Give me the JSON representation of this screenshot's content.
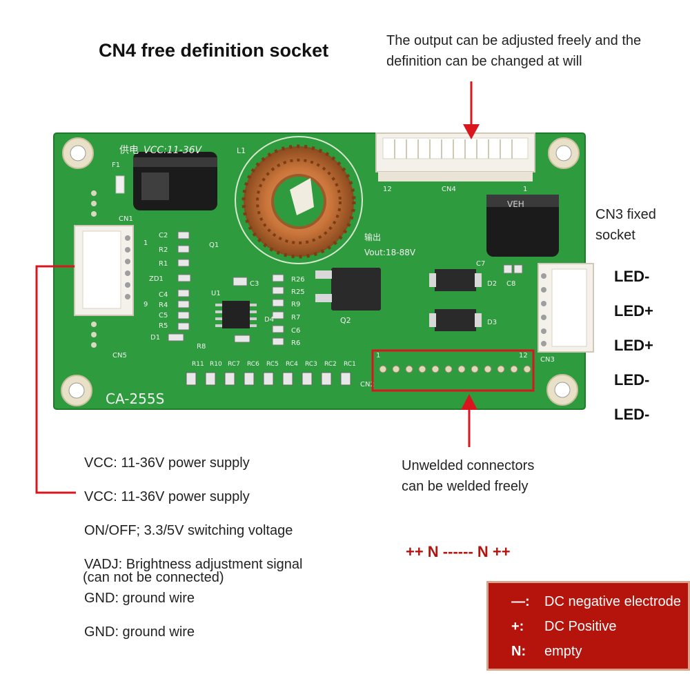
{
  "title": "CN4 free definition socket",
  "top_note": [
    "The output can be adjusted freely and the",
    "definition can be changed at will"
  ],
  "cn3_note": [
    "CN3 fixed",
    "socket"
  ],
  "led_labels": [
    "LED-",
    "LED+",
    "LED+",
    "LED-",
    "LED-"
  ],
  "pin_labels": [
    "VCC: 11-36V power supply",
    "VCC: 11-36V power supply",
    "ON/OFF; 3.3/5V switching voltage",
    "VADJ: Brightness adjustment signal",
    "(can not be connected)",
    "GND: ground wire",
    "GND: ground wire"
  ],
  "unwelded_note": [
    "Unwelded connectors",
    "can be welded freely"
  ],
  "pn_line": "++ N ------ N ++",
  "legend": [
    {
      "symbol": "—:",
      "text": "DC negative electrode"
    },
    {
      "symbol": "+:",
      "text": "DC Positive"
    },
    {
      "symbol": "N:",
      "text": "empty"
    }
  ],
  "board": {
    "name": "CA-255S",
    "vcc_marking": "VCC:11-36V",
    "power_chinese": "供电",
    "output_chinese": "输出",
    "vout_marking": "Vout:18-88V",
    "cn4_pin_right": "1",
    "cn4_pin_left": "12",
    "labels": {
      "f1": "F1",
      "l1": "L1",
      "cn1": "CN1",
      "cn2": "CN2",
      "cn3": "CN3",
      "cn4": "CN4",
      "cn5": "CN5",
      "c2": "C2",
      "r2": "R2",
      "r1": "R1",
      "q1": "Q1",
      "zd1": "ZD1",
      "c4": "C4",
      "r4": "R4",
      "c5": "C5",
      "r5": "R5",
      "d1": "D1",
      "r8": "R8",
      "u1": "U1",
      "c3": "C3",
      "r26": "R26",
      "r25": "R25",
      "r9": "R9",
      "r7": "R7",
      "c6": "C6",
      "r6": "R6",
      "d4": "D4",
      "q2": "Q2",
      "c7": "C7",
      "d2": "D2",
      "c8": "C8",
      "d3": "D3",
      "cn1_pin9": "9",
      "cn1_pin1": "1",
      "cn2_pin1": "1",
      "cn2_pin12": "12",
      "r11": "R11",
      "r10": "R10",
      "rc7": "RC7",
      "rc6": "RC6",
      "rc5": "RC5",
      "rc4": "RC4",
      "rc3": "RC3",
      "rc2": "RC2",
      "rc1": "RC1",
      "cap_mark": "VEH"
    }
  },
  "colors": {
    "pcb_green": "#2e9b3e",
    "annotation_red": "#d9161e",
    "legend_bg": "#b5140c"
  }
}
